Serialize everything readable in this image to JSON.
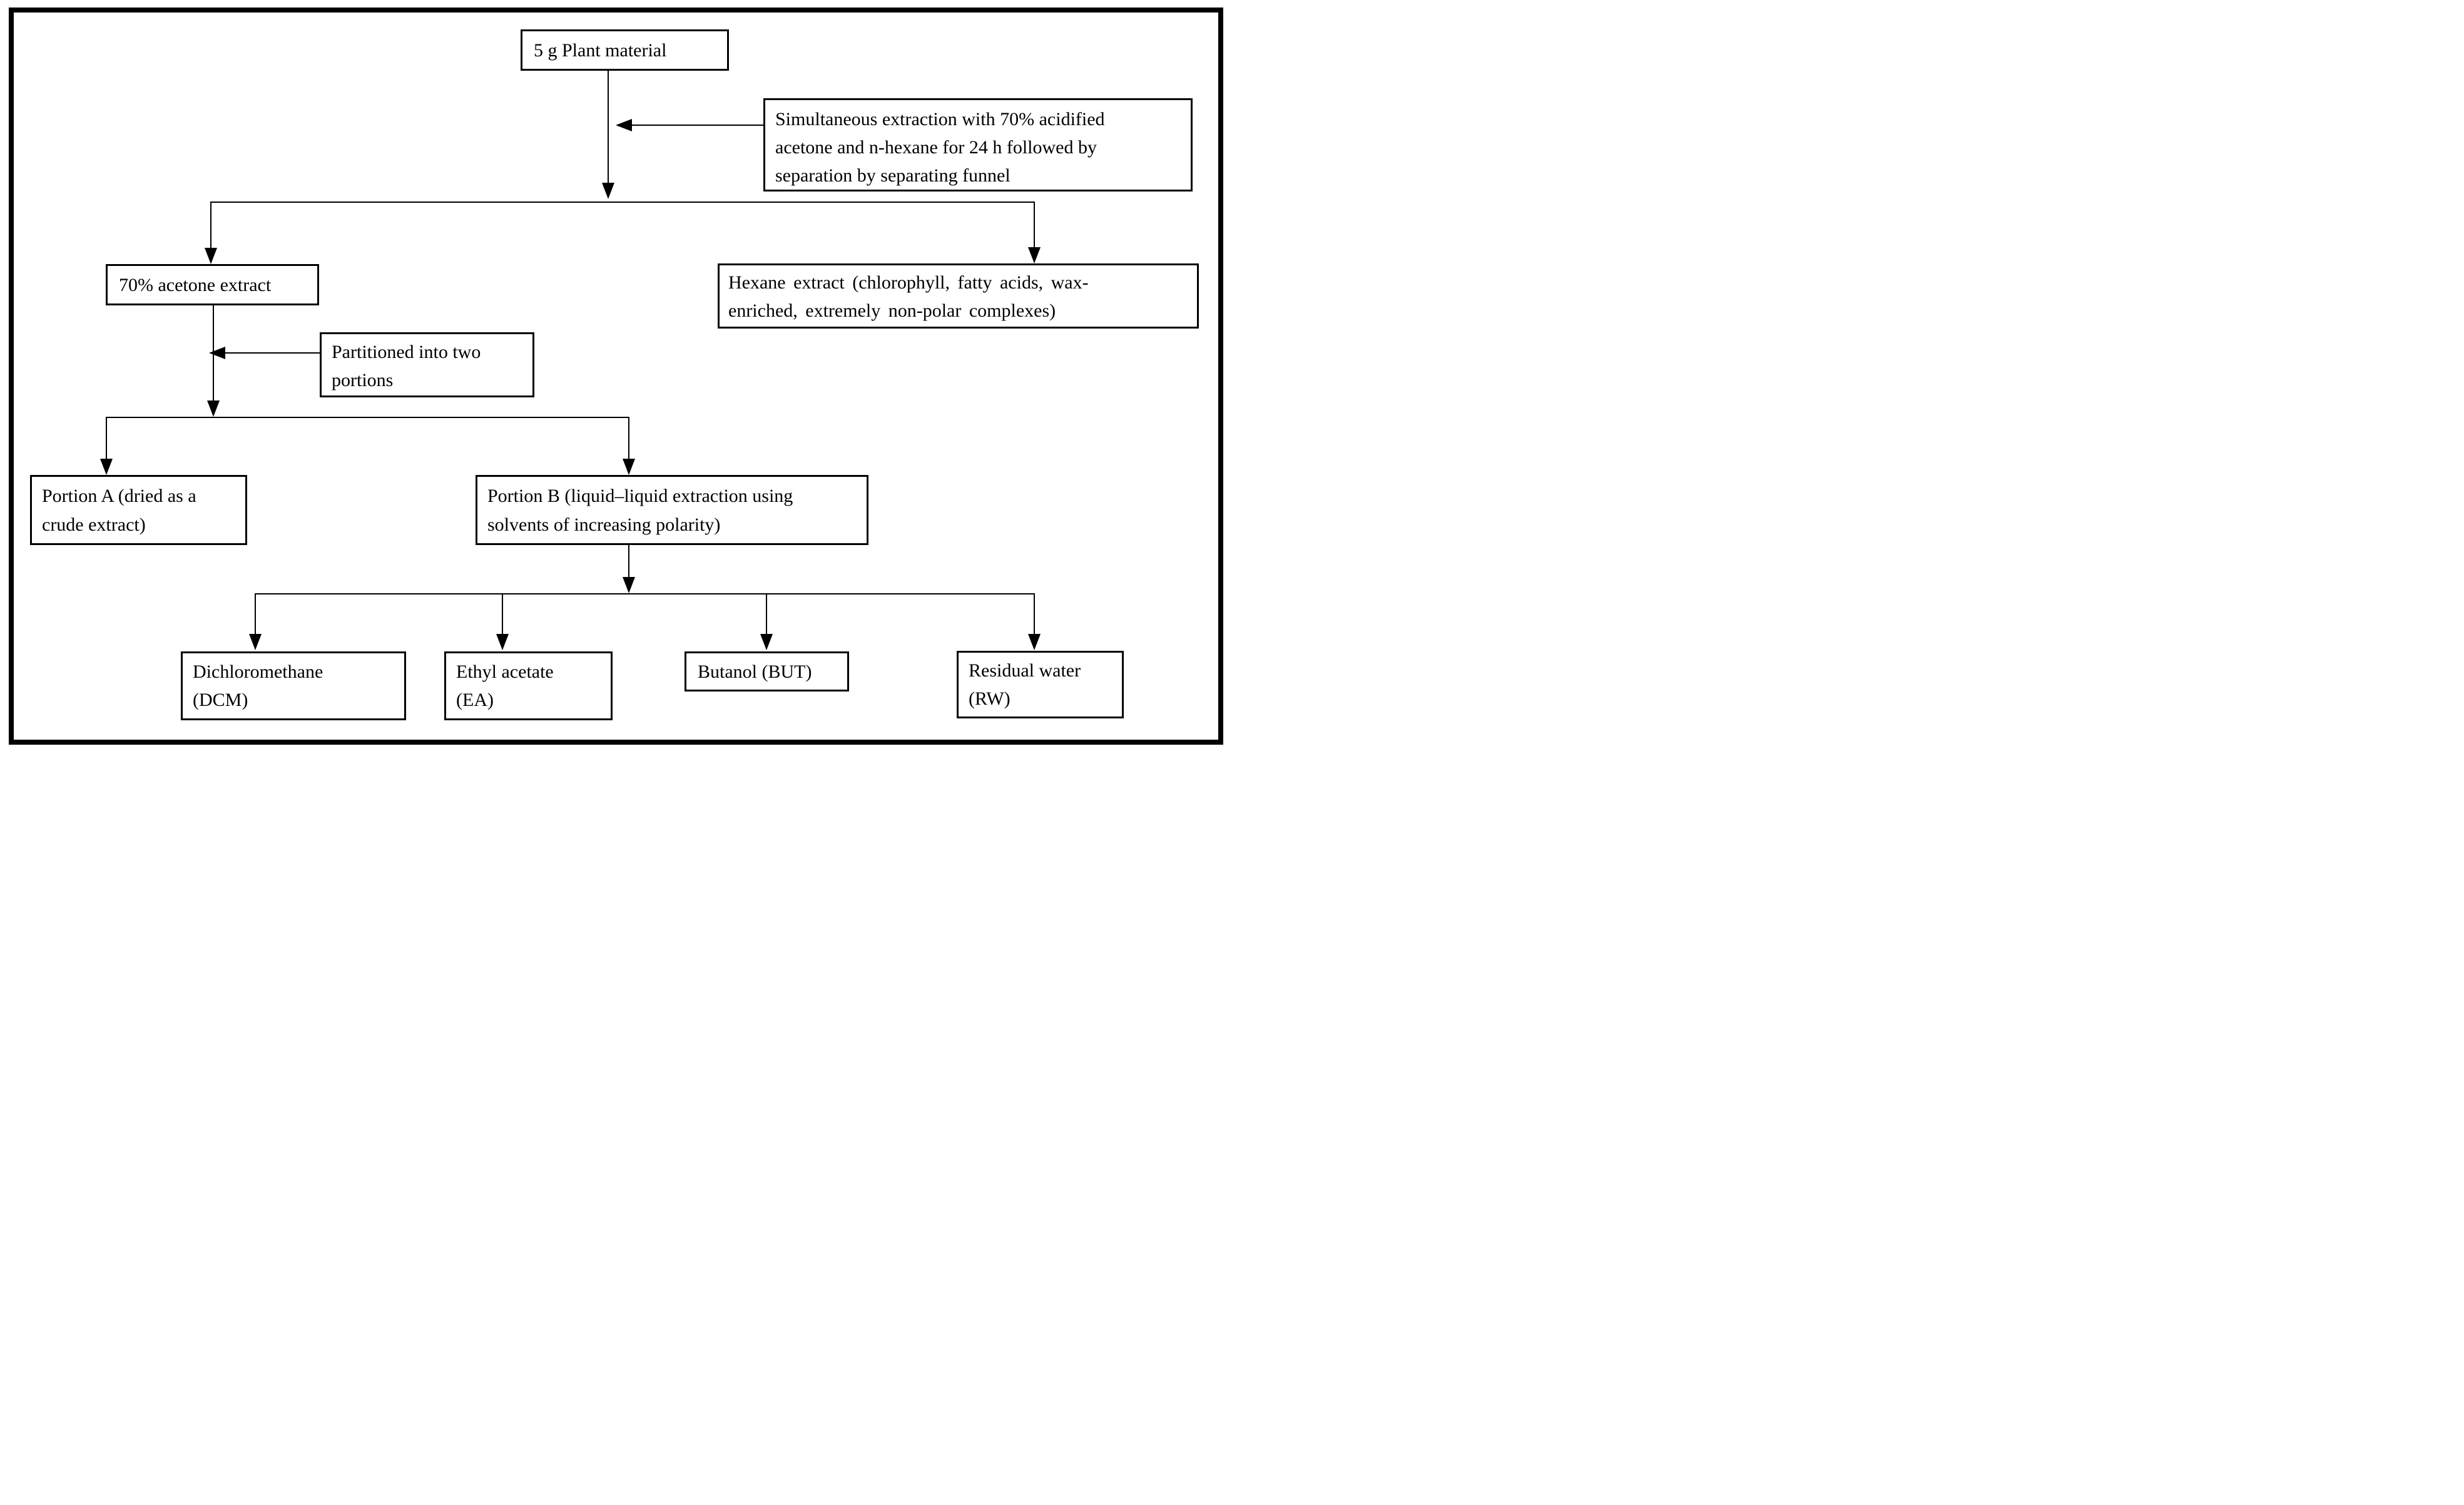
{
  "diagram": {
    "type": "flowchart",
    "nodes": {
      "plant_material": {
        "label": "5 g Plant material"
      },
      "extraction_note": {
        "label": "Simultaneous extraction with 70% acidified\nacetone and n-hexane for 24 h followed by\nseparation by separating funnel"
      },
      "acetone_extract": {
        "label": "70% acetone extract"
      },
      "hexane_extract": {
        "label": "Hexane extract (chlorophyll, fatty acids, wax-\nenriched, extremely non-polar complexes)"
      },
      "partition_note": {
        "label": "Partitioned into two\nportions"
      },
      "portion_a": {
        "label": "Portion A (dried as a\ncrude extract)"
      },
      "portion_b": {
        "label": "Portion B (liquid–liquid extraction using\nsolvents of increasing polarity)"
      },
      "dcm": {
        "label": "Dichloromethane\n(DCM)"
      },
      "ethyl_acetate": {
        "label": "Ethyl acetate\n(EA)"
      },
      "butanol": {
        "label": "Butanol (BUT)"
      },
      "residual_water": {
        "label": "Residual water\n(RW)"
      }
    },
    "colors": {
      "line": "#000000",
      "box_border": "#000000",
      "background": "#ffffff",
      "text": "#000000"
    }
  }
}
